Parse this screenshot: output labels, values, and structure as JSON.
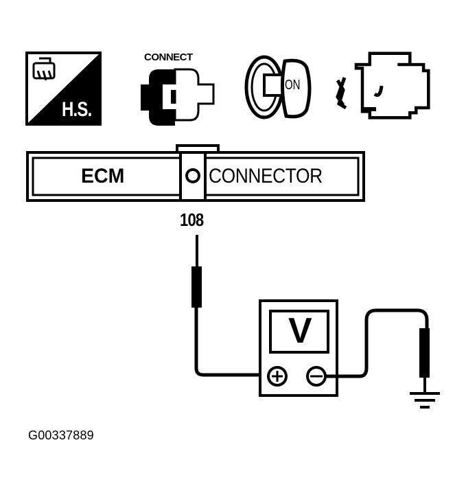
{
  "icons": {
    "hot_soak": {
      "label": "H.S."
    },
    "connect": {
      "label": "CONNECT"
    },
    "ignition_key": {
      "label": "ON"
    },
    "engine": {
      "label": ""
    }
  },
  "connector": {
    "left_label": "ECM",
    "right_label": "CONNECTOR",
    "terminal_number": "108"
  },
  "voltmeter": {
    "display_label": "V",
    "positive_terminal": "+",
    "negative_terminal": "−"
  },
  "figure_id": "G00337889",
  "colors": {
    "ink": "#000000",
    "background": "#ffffff"
  }
}
